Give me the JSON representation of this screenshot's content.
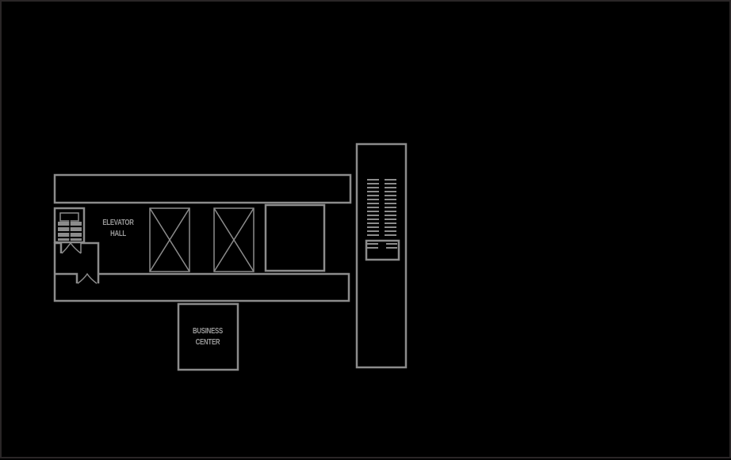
{
  "map": {
    "type": "floor-plan",
    "background": "#000000",
    "line_color": "#8c8c8c",
    "rooms": [
      {
        "id": "elevator-hall",
        "label_line1": "ELEVATOR",
        "label_line2": "HALL"
      },
      {
        "id": "business-center",
        "label_line1": "BUSINESS",
        "label_line2": "CENTER"
      }
    ],
    "features": [
      "north-corridor",
      "south-corridor",
      "elevator-shaft-1",
      "elevator-shaft-2",
      "service-room",
      "stairwell-west",
      "stairwell-east-tower"
    ]
  }
}
